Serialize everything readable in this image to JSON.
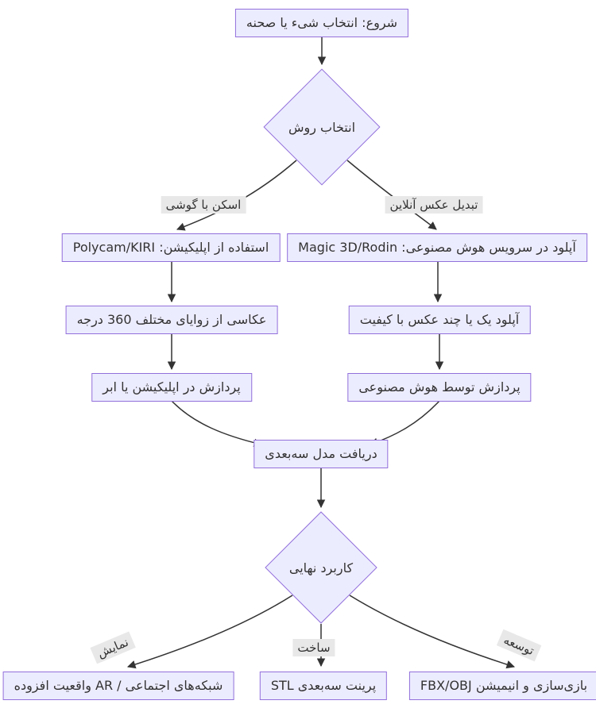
{
  "diagram": {
    "type": "flowchart",
    "direction": "top-down",
    "nodes": {
      "start": "شروع: انتخاب شیء یا صحنه",
      "choose_method": "انتخاب روش",
      "use_app": "استفاده از اپلیکیشن: Polycam/KIRI",
      "upload_service": "آپلود در سرویس هوش مصنوعی: Magic 3D/Rodin",
      "photograph_360": "عکاسی از زوایای مختلف 360 درجه",
      "upload_photos": "آپلود یک یا چند عکس با کیفیت",
      "process_app_cloud": "پردازش در اپلیکیشن یا ابر",
      "process_ai": "پردازش توسط هوش مصنوعی",
      "receive_model": "دریافت مدل سه‌بعدی",
      "final_use": "کاربرد نهایی",
      "social_ar": "شبکه‌های اجتماعی / AR واقعیت افزوده",
      "print_stl": "STL پرینت سه‌بعدی",
      "game_animation": "FBX/OBJ بازی‌سازی و انیمیشن"
    },
    "edge_labels": {
      "scan_phone": "اسکن با گوشی",
      "online_convert": "تبدیل عکس آنلاین",
      "display": "نمایش",
      "build": "ساخت",
      "develop": "توسعه"
    },
    "colors": {
      "node_fill": "#ECECFF",
      "node_border": "#9370DB",
      "edge": "#333333",
      "label_bg": "#E8E8E8",
      "text": "#333333",
      "background": "#FFFFFF"
    }
  }
}
